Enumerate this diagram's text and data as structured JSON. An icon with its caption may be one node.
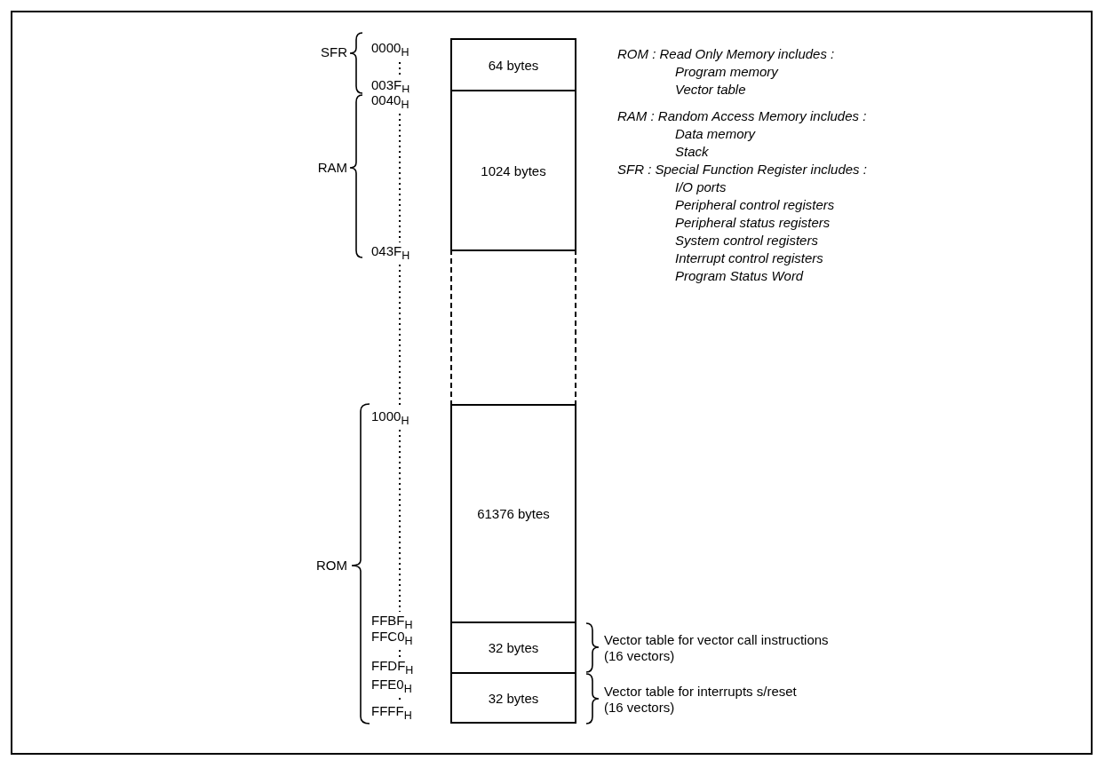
{
  "diagram": {
    "nodes": [
      {
        "text": [
          "64 bytes"
        ]
      },
      {
        "text": [
          "1024 bytes"
        ]
      },
      {
        "text": [],
        "shape": "box"
      },
      {
        "text": [
          "61376 bytes"
        ]
      },
      {
        "text": [
          "32 bytes"
        ]
      },
      {
        "text": [
          "32 bytes"
        ]
      }
    ],
    "edges": [],
    "labels": [
      "SFR",
      "0000$_{H}$",
      "003F$_{H}$",
      "0040$_{H}$",
      "RAM",
      "043F$_{H}$",
      "1000$_{H}$",
      "ROM",
      "FFBF$_{H}$",
      "FFC0$_{H}$",
      "FFDF$_{H}$",
      "FFE0$_{H}$",
      "FFFF$_{H}$",
      "Vector table for vector call instructions (16 vectors)",
      "Vector table for interrupts s/reset (16 vectors)",
      "ROM : Read Only Memory includes :",
      "Program memory",
      "Vector table",
      "RAM : Random Access Memory includes :",
      "Data memory",
      "Stack",
      "SFR :  Special Function Register includes :",
      "I/O ports",
      "Peripheral control registers",
      "Peripheral status registers",
      "System control registers",
      "Interrupt control registers",
      "Program Status Word"
    ]
  }
}
